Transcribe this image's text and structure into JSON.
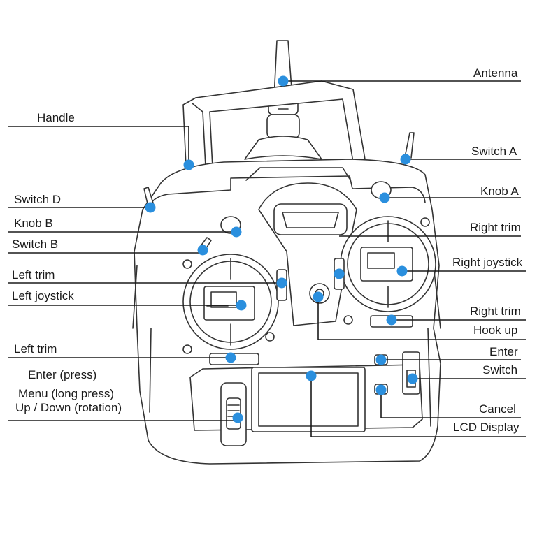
{
  "diagram": {
    "marker_color": "#2a8fde",
    "line_color": "#1a1a1a",
    "labels": {
      "antenna": "Antenna",
      "handle": "Handle",
      "switch_a": "Switch A",
      "switch_d": "Switch D",
      "knob_a": "Knob A",
      "knob_b": "Knob B",
      "right_trim_top": "Right trim",
      "switch_b": "Switch B",
      "right_joystick": "Right joystick",
      "left_trim_mid": "Left trim",
      "left_joystick": "Left joystick",
      "right_trim_bottom": "Right trim",
      "hook_up": "Hook up",
      "left_trim_bottom": "Left trim",
      "enter": "Enter",
      "switch": "Switch",
      "enter_press": "Enter (press)",
      "menu_long_press": "Menu (long press)",
      "up_down_rotation": "Up / Down (rotation)",
      "cancel": "Cancel",
      "lcd_display": "LCD Display"
    }
  }
}
